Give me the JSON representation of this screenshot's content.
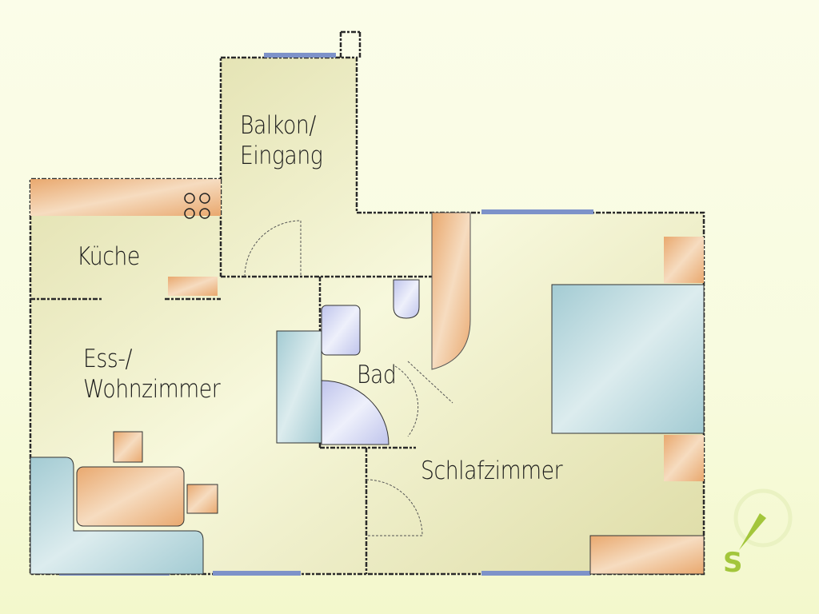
{
  "floorplan": {
    "rooms": [
      {
        "id": "balkon",
        "label_line1": "Balkon/",
        "label_line2": "Eingang"
      },
      {
        "id": "kueche",
        "label": "Küche"
      },
      {
        "id": "wohnen",
        "label_line1": "Ess-/",
        "label_line2": "Wohnzimmer"
      },
      {
        "id": "bad",
        "label": "Bad"
      },
      {
        "id": "schlaf",
        "label": "Schlafzimmer"
      }
    ],
    "colors": {
      "room_fill": "#e6e4b4",
      "floor_light": "#f7f8dc",
      "furniture_wood": "#eab07a",
      "furniture_blue": "#a9cfd6",
      "sanitary": "#c9cdee",
      "window": "#7d92c9",
      "wall": "#2a2a2a",
      "logo": "#a3c63b"
    },
    "kitchen": {
      "stove_burners": 4
    },
    "logo": {
      "letter": "S",
      "icon": "compass-needle-icon"
    }
  }
}
